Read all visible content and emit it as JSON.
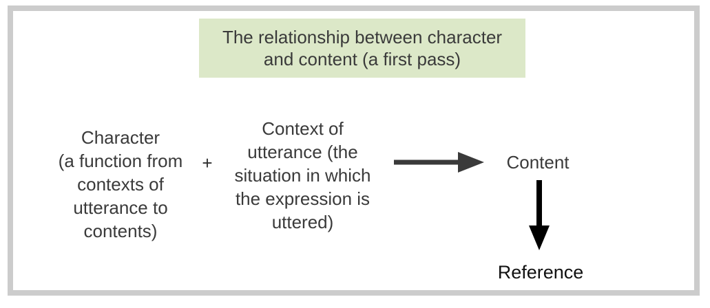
{
  "diagram": {
    "title": {
      "line1": "The relationship between character",
      "line2": "and content (a first pass)"
    },
    "character_block": {
      "lines": [
        "Character",
        "(a function from",
        "contexts of",
        "utterance to",
        "contents)"
      ]
    },
    "operator": "+",
    "context_block": {
      "lines": [
        "Context of",
        "utterance (the",
        "situation in which",
        "the expression is",
        "uttered)"
      ]
    },
    "content_label": "Content",
    "reference_label": "Reference",
    "colors": {
      "title_background": "#dce8c8",
      "frame_border": "#cccccc",
      "body_text": "#3a3a3a",
      "horizontal_arrow": "#3a3a3a",
      "vertical_arrow": "#000000"
    }
  }
}
